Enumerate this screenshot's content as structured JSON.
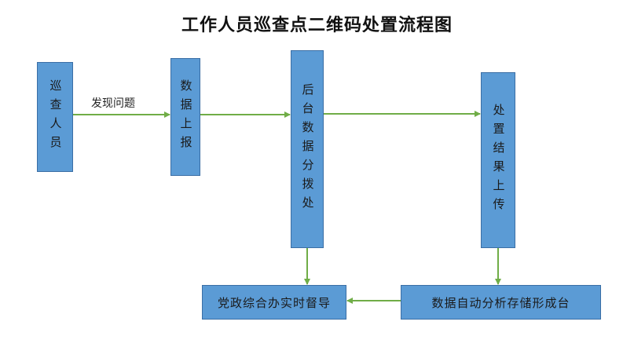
{
  "title": "工作人员巡查点二维码处置流程图",
  "nodes": {
    "inspector": "巡查人员",
    "report": "数据上报",
    "dispatch": "后台数据分拨处",
    "result_upload": "处置结果上传",
    "auto_analysis": "数据自动分析存储形成台",
    "supervision": "党政综合办实时督导"
  },
  "edges": {
    "inspector_to_report": "发现问题"
  },
  "colors": {
    "box_fill": "#5b9bd5",
    "box_border": "#3a6ea5",
    "arrow": "#70ad47"
  }
}
